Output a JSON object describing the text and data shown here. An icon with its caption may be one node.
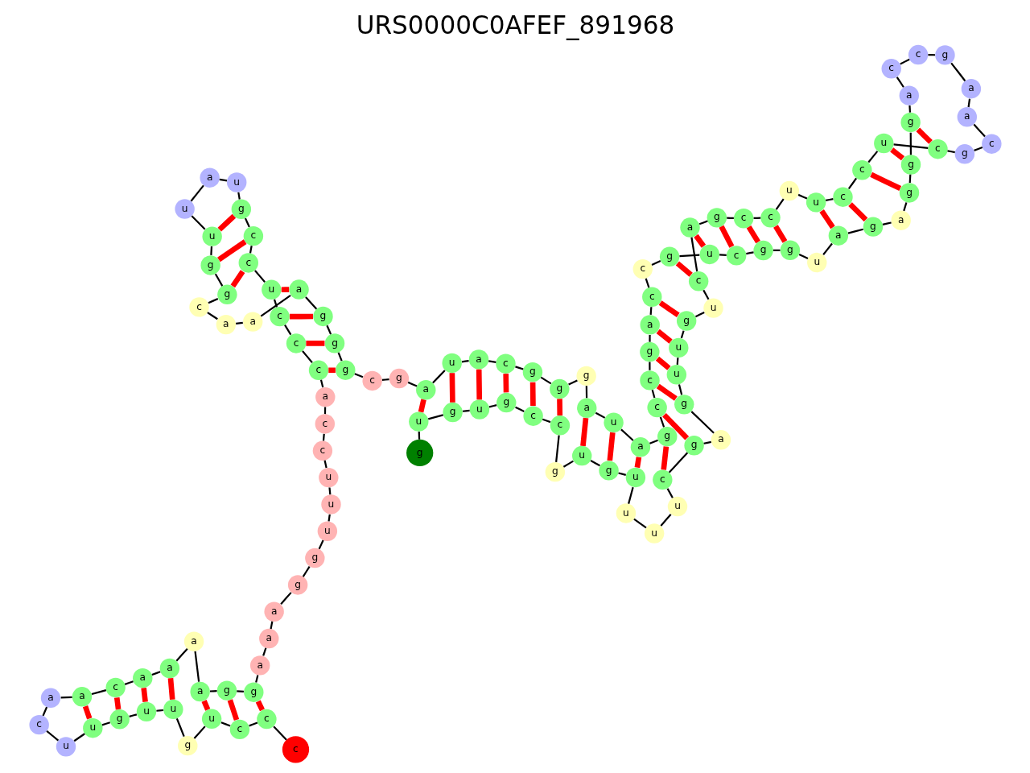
{
  "diagram": {
    "title": "URS0000C0AFEF_891968",
    "nodes": [
      {
        "text": [
          "g"
        ]
      },
      {
        "text": [
          "u"
        ]
      },
      {
        "text": [
          "g"
        ]
      },
      {
        "text": [
          "u"
        ]
      },
      {
        "text": [
          "g"
        ]
      },
      {
        "text": [
          "c"
        ]
      },
      {
        "text": [
          "c"
        ]
      },
      {
        "text": [
          "g"
        ]
      },
      {
        "text": [
          "u"
        ]
      },
      {
        "text": [
          "g"
        ]
      },
      {
        "text": [
          "u"
        ]
      },
      {
        "text": [
          "u"
        ]
      },
      {
        "text": [
          "u"
        ]
      },
      {
        "text": [
          "u"
        ]
      },
      {
        "text": [
          "c"
        ]
      },
      {
        "text": [
          "g"
        ]
      },
      {
        "text": [
          "a"
        ]
      },
      {
        "text": [
          "g"
        ]
      },
      {
        "text": [
          "u"
        ]
      },
      {
        "text": [
          "u"
        ]
      },
      {
        "text": [
          "g"
        ]
      },
      {
        "text": [
          "u"
        ]
      },
      {
        "text": [
          "c"
        ]
      },
      {
        "text": [
          "a"
        ]
      },
      {
        "text": [
          "g"
        ]
      },
      {
        "text": [
          "c"
        ]
      },
      {
        "text": [
          "c"
        ]
      },
      {
        "text": [
          "u"
        ]
      },
      {
        "text": [
          "u"
        ]
      },
      {
        "text": [
          "c"
        ]
      },
      {
        "text": [
          "c"
        ]
      },
      {
        "text": [
          "u"
        ]
      },
      {
        "text": [
          "c"
        ]
      },
      {
        "text": [
          "g"
        ]
      },
      {
        "text": [
          "c"
        ]
      },
      {
        "text": [
          "a"
        ]
      },
      {
        "text": [
          "a"
        ]
      },
      {
        "text": [
          "g"
        ]
      },
      {
        "text": [
          "c"
        ]
      },
      {
        "text": [
          "c"
        ]
      },
      {
        "text": [
          "a"
        ]
      },
      {
        "text": [
          "g"
        ]
      },
      {
        "text": [
          "g"
        ]
      },
      {
        "text": [
          "g"
        ]
      },
      {
        "text": [
          "a"
        ]
      },
      {
        "text": [
          "g"
        ]
      },
      {
        "text": [
          "a"
        ]
      },
      {
        "text": [
          "u"
        ]
      },
      {
        "text": [
          "g"
        ]
      },
      {
        "text": [
          "g"
        ]
      },
      {
        "text": [
          "c"
        ]
      },
      {
        "text": [
          "u"
        ]
      },
      {
        "text": [
          "g"
        ]
      },
      {
        "text": [
          "c"
        ]
      },
      {
        "text": [
          "c"
        ]
      },
      {
        "text": [
          "a"
        ]
      },
      {
        "text": [
          "g"
        ]
      },
      {
        "text": [
          "c"
        ]
      },
      {
        "text": [
          "c"
        ]
      },
      {
        "text": [
          "g"
        ]
      },
      {
        "text": [
          "a"
        ]
      },
      {
        "text": [
          "u"
        ]
      },
      {
        "text": [
          "a"
        ]
      },
      {
        "text": [
          "g"
        ]
      },
      {
        "text": [
          "g"
        ]
      },
      {
        "text": [
          "g"
        ]
      },
      {
        "text": [
          "c"
        ]
      },
      {
        "text": [
          "a"
        ]
      },
      {
        "text": [
          "u"
        ]
      },
      {
        "text": [
          "a"
        ]
      },
      {
        "text": [
          "g"
        ]
      },
      {
        "text": [
          "c"
        ]
      },
      {
        "text": [
          "g"
        ]
      },
      {
        "text": [
          "g"
        ]
      },
      {
        "text": [
          "g"
        ]
      },
      {
        "text": [
          "a"
        ]
      },
      {
        "text": [
          "a"
        ]
      },
      {
        "text": [
          "a"
        ]
      },
      {
        "text": [
          "c"
        ]
      },
      {
        "text": [
          "g"
        ]
      },
      {
        "text": [
          "g"
        ]
      },
      {
        "text": [
          "u"
        ]
      },
      {
        "text": [
          "u"
        ]
      },
      {
        "text": [
          "a"
        ]
      },
      {
        "text": [
          "u"
        ]
      },
      {
        "text": [
          "g"
        ]
      },
      {
        "text": [
          "c"
        ]
      },
      {
        "text": [
          "c"
        ]
      },
      {
        "text": [
          "u"
        ]
      },
      {
        "text": [
          "c"
        ]
      },
      {
        "text": [
          "c"
        ]
      },
      {
        "text": [
          "c"
        ]
      },
      {
        "text": [
          "a"
        ]
      },
      {
        "text": [
          "c"
        ]
      },
      {
        "text": [
          "c"
        ]
      },
      {
        "text": [
          "u"
        ]
      },
      {
        "text": [
          "u"
        ]
      },
      {
        "text": [
          "u"
        ]
      },
      {
        "text": [
          "g"
        ]
      },
      {
        "text": [
          "g"
        ]
      },
      {
        "text": [
          "a"
        ]
      },
      {
        "text": [
          "a"
        ]
      },
      {
        "text": [
          "a"
        ]
      },
      {
        "text": [
          "g"
        ]
      },
      {
        "text": [
          "g"
        ]
      },
      {
        "text": [
          "a"
        ]
      },
      {
        "text": [
          "a"
        ]
      },
      {
        "text": [
          "a"
        ]
      },
      {
        "text": [
          "a"
        ]
      },
      {
        "text": [
          "c"
        ]
      },
      {
        "text": [
          "a"
        ]
      },
      {
        "text": [
          "a"
        ]
      },
      {
        "text": [
          "c"
        ]
      },
      {
        "text": [
          "u"
        ]
      },
      {
        "text": [
          "u"
        ]
      },
      {
        "text": [
          "g"
        ]
      },
      {
        "text": [
          "u"
        ]
      },
      {
        "text": [
          "u"
        ]
      },
      {
        "text": [
          "g"
        ]
      },
      {
        "text": [
          "u"
        ]
      },
      {
        "text": [
          "c"
        ]
      },
      {
        "text": [
          "c"
        ]
      },
      {
        "text": [
          "c"
        ]
      }
    ],
    "edges": [
      {
        "from": 0,
        "to": 1,
        "arrow": "none"
      },
      {
        "from": 1,
        "to": 2,
        "arrow": "none"
      },
      {
        "from": 2,
        "to": 3,
        "arrow": "none"
      },
      {
        "from": 3,
        "to": 4,
        "arrow": "none"
      },
      {
        "from": 4,
        "to": 5,
        "arrow": "none"
      },
      {
        "from": 5,
        "to": 6,
        "arrow": "none"
      },
      {
        "from": 6,
        "to": 7,
        "arrow": "none"
      },
      {
        "from": 7,
        "to": 8,
        "arrow": "none"
      },
      {
        "from": 8,
        "to": 9,
        "arrow": "none"
      },
      {
        "from": 9,
        "to": 10,
        "arrow": "none"
      },
      {
        "from": 10,
        "to": 11,
        "arrow": "none"
      },
      {
        "from": 11,
        "to": 12,
        "arrow": "none"
      },
      {
        "from": 12,
        "to": 13,
        "arrow": "none"
      },
      {
        "from": 13,
        "to": 14,
        "arrow": "none"
      },
      {
        "from": 14,
        "to": 15,
        "arrow": "none"
      },
      {
        "from": 15,
        "to": 16,
        "arrow": "none"
      },
      {
        "from": 16,
        "to": 17,
        "arrow": "none"
      },
      {
        "from": 17,
        "to": 18,
        "arrow": "none"
      },
      {
        "from": 18,
        "to": 19,
        "arrow": "none"
      },
      {
        "from": 19,
        "to": 20,
        "arrow": "none"
      },
      {
        "from": 20,
        "to": 21,
        "arrow": "none"
      },
      {
        "from": 21,
        "to": 22,
        "arrow": "none"
      },
      {
        "from": 22,
        "to": 23,
        "arrow": "none"
      },
      {
        "from": 23,
        "to": 24,
        "arrow": "none"
      },
      {
        "from": 24,
        "to": 25,
        "arrow": "none"
      },
      {
        "from": 25,
        "to": 26,
        "arrow": "none"
      },
      {
        "from": 26,
        "to": 27,
        "arrow": "none"
      },
      {
        "from": 27,
        "to": 28,
        "arrow": "none"
      },
      {
        "from": 28,
        "to": 29,
        "arrow": "none"
      },
      {
        "from": 29,
        "to": 30,
        "arrow": "none"
      },
      {
        "from": 30,
        "to": 31,
        "arrow": "none"
      },
      {
        "from": 31,
        "to": 32,
        "arrow": "none"
      },
      {
        "from": 32,
        "to": 33,
        "arrow": "none"
      },
      {
        "from": 33,
        "to": 34,
        "arrow": "none"
      },
      {
        "from": 34,
        "to": 35,
        "arrow": "none"
      },
      {
        "from": 35,
        "to": 36,
        "arrow": "none"
      },
      {
        "from": 36,
        "to": 37,
        "arrow": "none"
      },
      {
        "from": 37,
        "to": 38,
        "arrow": "none"
      },
      {
        "from": 38,
        "to": 39,
        "arrow": "none"
      },
      {
        "from": 39,
        "to": 40,
        "arrow": "none"
      },
      {
        "from": 40,
        "to": 41,
        "arrow": "none"
      },
      {
        "from": 41,
        "to": 42,
        "arrow": "none"
      },
      {
        "from": 42,
        "to": 43,
        "arrow": "none"
      },
      {
        "from": 43,
        "to": 44,
        "arrow": "none"
      },
      {
        "from": 44,
        "to": 45,
        "arrow": "none"
      },
      {
        "from": 45,
        "to": 46,
        "arrow": "none"
      },
      {
        "from": 46,
        "to": 47,
        "arrow": "none"
      },
      {
        "from": 47,
        "to": 48,
        "arrow": "none"
      },
      {
        "from": 48,
        "to": 49,
        "arrow": "none"
      },
      {
        "from": 49,
        "to": 50,
        "arrow": "none"
      },
      {
        "from": 50,
        "to": 51,
        "arrow": "none"
      },
      {
        "from": 51,
        "to": 52,
        "arrow": "none"
      },
      {
        "from": 52,
        "to": 53,
        "arrow": "none"
      },
      {
        "from": 53,
        "to": 54,
        "arrow": "none"
      },
      {
        "from": 54,
        "to": 55,
        "arrow": "none"
      },
      {
        "from": 55,
        "to": 56,
        "arrow": "none"
      },
      {
        "from": 56,
        "to": 57,
        "arrow": "none"
      },
      {
        "from": 57,
        "to": 58,
        "arrow": "none"
      },
      {
        "from": 58,
        "to": 59,
        "arrow": "none"
      },
      {
        "from": 59,
        "to": 60,
        "arrow": "none"
      },
      {
        "from": 60,
        "to": 61,
        "arrow": "none"
      },
      {
        "from": 61,
        "to": 62,
        "arrow": "none"
      },
      {
        "from": 62,
        "to": 63,
        "arrow": "none"
      },
      {
        "from": 63,
        "to": 64,
        "arrow": "none"
      },
      {
        "from": 64,
        "to": 65,
        "arrow": "none"
      },
      {
        "from": 65,
        "to": 66,
        "arrow": "none"
      },
      {
        "from": 66,
        "to": 67,
        "arrow": "none"
      },
      {
        "from": 67,
        "to": 68,
        "arrow": "none"
      },
      {
        "from": 68,
        "to": 69,
        "arrow": "none"
      },
      {
        "from": 69,
        "to": 70,
        "arrow": "none"
      },
      {
        "from": 70,
        "to": 71,
        "arrow": "none"
      },
      {
        "from": 71,
        "to": 72,
        "arrow": "none"
      },
      {
        "from": 72,
        "to": 73,
        "arrow": "none"
      },
      {
        "from": 73,
        "to": 74,
        "arrow": "none"
      },
      {
        "from": 74,
        "to": 75,
        "arrow": "none"
      },
      {
        "from": 75,
        "to": 76,
        "arrow": "none"
      },
      {
        "from": 76,
        "to": 77,
        "arrow": "none"
      },
      {
        "from": 77,
        "to": 78,
        "arrow": "none"
      },
      {
        "from": 78,
        "to": 79,
        "arrow": "none"
      },
      {
        "from": 79,
        "to": 80,
        "arrow": "none"
      },
      {
        "from": 80,
        "to": 81,
        "arrow": "none"
      },
      {
        "from": 81,
        "to": 82,
        "arrow": "none"
      },
      {
        "from": 82,
        "to": 83,
        "arrow": "none"
      },
      {
        "from": 83,
        "to": 84,
        "arrow": "none"
      },
      {
        "from": 84,
        "to": 85,
        "arrow": "none"
      },
      {
        "from": 85,
        "to": 86,
        "arrow": "none"
      },
      {
        "from": 86,
        "to": 87,
        "arrow": "none"
      },
      {
        "from": 87,
        "to": 88,
        "arrow": "none"
      },
      {
        "from": 88,
        "to": 89,
        "arrow": "none"
      },
      {
        "from": 89,
        "to": 90,
        "arrow": "none"
      },
      {
        "from": 90,
        "to": 91,
        "arrow": "none"
      },
      {
        "from": 91,
        "to": 92,
        "arrow": "none"
      },
      {
        "from": 92,
        "to": 93,
        "arrow": "none"
      },
      {
        "from": 93,
        "to": 94,
        "arrow": "none"
      },
      {
        "from": 94,
        "to": 95,
        "arrow": "none"
      },
      {
        "from": 95,
        "to": 96,
        "arrow": "none"
      },
      {
        "from": 96,
        "to": 97,
        "arrow": "none"
      },
      {
        "from": 97,
        "to": 98,
        "arrow": "none"
      },
      {
        "from": 98,
        "to": 99,
        "arrow": "none"
      },
      {
        "from": 99,
        "to": 100,
        "arrow": "none"
      },
      {
        "from": 100,
        "to": 101,
        "arrow": "none"
      },
      {
        "from": 101,
        "to": 102,
        "arrow": "none"
      },
      {
        "from": 102,
        "to": 103,
        "arrow": "none"
      },
      {
        "from": 103,
        "to": 104,
        "arrow": "none"
      },
      {
        "from": 104,
        "to": 105,
        "arrow": "none"
      },
      {
        "from": 105,
        "to": 106,
        "arrow": "none"
      },
      {
        "from": 106,
        "to": 107,
        "arrow": "none"
      },
      {
        "from": 107,
        "to": 108,
        "arrow": "none"
      },
      {
        "from": 108,
        "to": 109,
        "arrow": "none"
      },
      {
        "from": 109,
        "to": 110,
        "arrow": "none"
      },
      {
        "from": 110,
        "to": 111,
        "arrow": "none"
      },
      {
        "from": 111,
        "to": 112,
        "arrow": "none"
      },
      {
        "from": 112,
        "to": 113,
        "arrow": "none"
      },
      {
        "from": 113,
        "to": 114,
        "arrow": "none"
      },
      {
        "from": 114,
        "to": 115,
        "arrow": "none"
      },
      {
        "from": 115,
        "to": 116,
        "arrow": "none"
      },
      {
        "from": 116,
        "to": 117,
        "arrow": "none"
      },
      {
        "from": 117,
        "to": 118,
        "arrow": "none"
      },
      {
        "from": 118,
        "to": 119,
        "arrow": "none"
      },
      {
        "from": 119,
        "to": 120,
        "arrow": "none"
      },
      {
        "from": 120,
        "to": 121,
        "arrow": "none"
      },
      {
        "from": 121,
        "to": 122,
        "arrow": "none"
      },
      {
        "from": 1,
        "to": 69,
        "arrow": "none",
        "style": "thick",
        "color": "#ff0000"
      },
      {
        "from": 2,
        "to": 68,
        "arrow": "none",
        "style": "thick",
        "color": "#ff0000"
      },
      {
        "from": 3,
        "to": 67,
        "arrow": "none",
        "style": "thick",
        "color": "#ff0000"
      },
      {
        "from": 4,
        "to": 66,
        "arrow": "none",
        "style": "thick",
        "color": "#ff0000"
      },
      {
        "from": 5,
        "to": 65,
        "arrow": "none",
        "style": "thick",
        "color": "#ff0000"
      },
      {
        "from": 6,
        "to": 64,
        "arrow": "none",
        "style": "thick",
        "color": "#ff0000"
      },
      {
        "from": 8,
        "to": 62,
        "arrow": "none",
        "style": "thick",
        "color": "#ff0000"
      },
      {
        "from": 9,
        "to": 61,
        "arrow": "none",
        "style": "thick",
        "color": "#ff0000"
      },
      {
        "from": 10,
        "to": 60,
        "arrow": "none",
        "style": "thick",
        "color": "#ff0000"
      },
      {
        "from": 14,
        "to": 59,
        "arrow": "none",
        "style": "thick",
        "color": "#ff0000"
      },
      {
        "from": 15,
        "to": 58,
        "arrow": "none",
        "style": "thick",
        "color": "#ff0000"
      },
      {
        "from": 17,
        "to": 57,
        "arrow": "none",
        "style": "thick",
        "color": "#ff0000"
      },
      {
        "from": 18,
        "to": 56,
        "arrow": "none",
        "style": "thick",
        "color": "#ff0000"
      },
      {
        "from": 19,
        "to": 55,
        "arrow": "none",
        "style": "thick",
        "color": "#ff0000"
      },
      {
        "from": 20,
        "to": 54,
        "arrow": "none",
        "style": "thick",
        "color": "#ff0000"
      },
      {
        "from": 22,
        "to": 52,
        "arrow": "none",
        "style": "thick",
        "color": "#ff0000"
      },
      {
        "from": 23,
        "to": 51,
        "arrow": "none",
        "style": "thick",
        "color": "#ff0000"
      },
      {
        "from": 24,
        "to": 50,
        "arrow": "none",
        "style": "thick",
        "color": "#ff0000"
      },
      {
        "from": 25,
        "to": 49,
        "arrow": "none",
        "style": "thick",
        "color": "#ff0000"
      },
      {
        "from": 26,
        "to": 48,
        "arrow": "none",
        "style": "thick",
        "color": "#ff0000"
      },
      {
        "from": 28,
        "to": 46,
        "arrow": "none",
        "style": "thick",
        "color": "#ff0000"
      },
      {
        "from": 29,
        "to": 45,
        "arrow": "none",
        "style": "thick",
        "color": "#ff0000"
      },
      {
        "from": 30,
        "to": 43,
        "arrow": "none",
        "style": "thick",
        "color": "#ff0000"
      },
      {
        "from": 31,
        "to": 42,
        "arrow": "none",
        "style": "thick",
        "color": "#ff0000"
      },
      {
        "from": 32,
        "to": 41,
        "arrow": "none",
        "style": "thick",
        "color": "#ff0000"
      },
      {
        "from": 72,
        "to": 91,
        "arrow": "none",
        "style": "thick",
        "color": "#ff0000"
      },
      {
        "from": 73,
        "to": 90,
        "arrow": "none",
        "style": "thick",
        "color": "#ff0000"
      },
      {
        "from": 74,
        "to": 89,
        "arrow": "none",
        "style": "thick",
        "color": "#ff0000"
      },
      {
        "from": 75,
        "to": 88,
        "arrow": "none",
        "style": "thick",
        "color": "#ff0000"
      },
      {
        "from": 79,
        "to": 87,
        "arrow": "none",
        "style": "thick",
        "color": "#ff0000"
      },
      {
        "from": 80,
        "to": 86,
        "arrow": "none",
        "style": "thick",
        "color": "#ff0000"
      },
      {
        "from": 81,
        "to": 85,
        "arrow": "none",
        "style": "thick",
        "color": "#ff0000"
      },
      {
        "from": 103,
        "to": 121,
        "arrow": "none",
        "style": "thick",
        "color": "#ff0000"
      },
      {
        "from": 104,
        "to": 120,
        "arrow": "none",
        "style": "thick",
        "color": "#ff0000"
      },
      {
        "from": 105,
        "to": 119,
        "arrow": "none",
        "style": "thick",
        "color": "#ff0000"
      },
      {
        "from": 107,
        "to": 117,
        "arrow": "none",
        "style": "thick",
        "color": "#ff0000"
      },
      {
        "from": 108,
        "to": 116,
        "arrow": "none",
        "style": "thick",
        "color": "#ff0000"
      },
      {
        "from": 109,
        "to": 115,
        "arrow": "none",
        "style": "thick",
        "color": "#ff0000"
      },
      {
        "from": 110,
        "to": 114,
        "arrow": "none",
        "style": "thick",
        "color": "#ff0000"
      }
    ]
  }
}
